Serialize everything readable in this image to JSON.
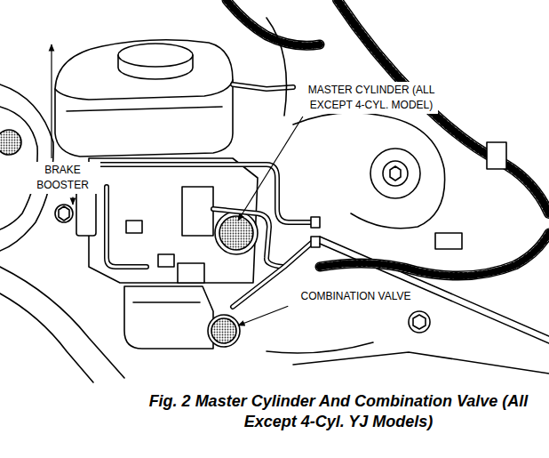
{
  "diagram": {
    "caption": "Fig. 2 Master Cylinder And Combination Valve (All Except 4-Cyl. YJ Models)",
    "labels": [
      "MASTER CYLINDER (ALL EXCEPT 4-CYL. MODEL)",
      "BRAKE BOOSTER",
      "COMBINATION VALVE"
    ]
  }
}
